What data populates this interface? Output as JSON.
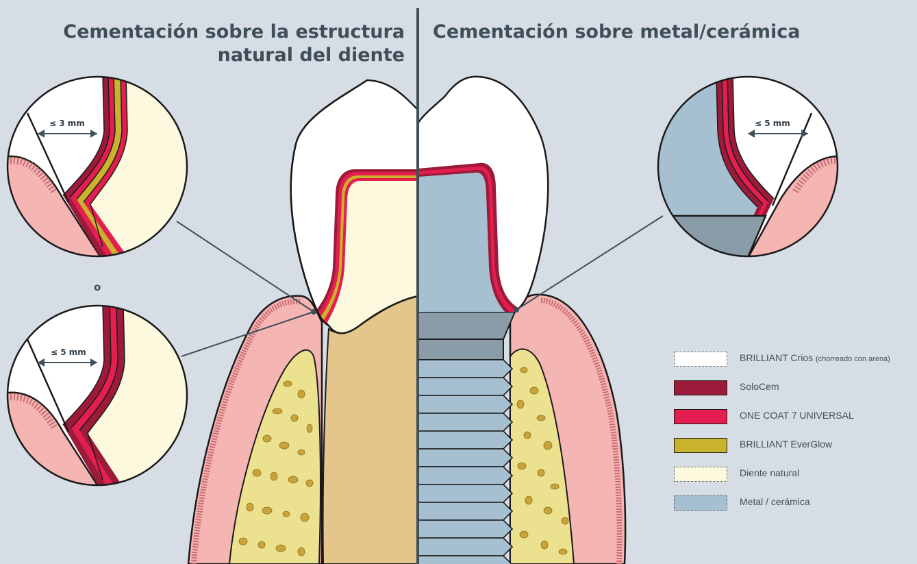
{
  "titles": {
    "left_line1": "Cementación sobre la estructura",
    "left_line2": "natural del diente",
    "right": "Cementación sobre metal/cerámica"
  },
  "or_label": "o",
  "dimensions": {
    "detail_top_left": "≤ 3 mm",
    "detail_bottom_left": "≤ 5 mm",
    "detail_right": "≤ 5 mm"
  },
  "legend": [
    {
      "label": "BRILLIANT Crios",
      "note": "(chorreado con arena)",
      "color": "#ffffff",
      "border": "dotted"
    },
    {
      "label": "SoloCem",
      "color": "#9c1b3a",
      "border": "solid"
    },
    {
      "label": "ONE COAT 7 UNIVERSAL",
      "color": "#e41e4e",
      "border": "solid"
    },
    {
      "label": "BRILLIANT EverGlow",
      "color": "#c9b22c",
      "border": "solid"
    },
    {
      "label": "Diente natural",
      "color": "#fdf9de",
      "border": "dotted"
    },
    {
      "label": "Metal / cerámica",
      "color": "#a7c0d1",
      "border": "dotted"
    }
  ],
  "colors": {
    "background": "#d6dde5",
    "divider": "#3f4f5a",
    "gum": "#f4b5b3",
    "gum_edge": "#c96b73",
    "bone": "#ece18f",
    "root": "#e4c68c",
    "implant": "#8a9ca8"
  }
}
